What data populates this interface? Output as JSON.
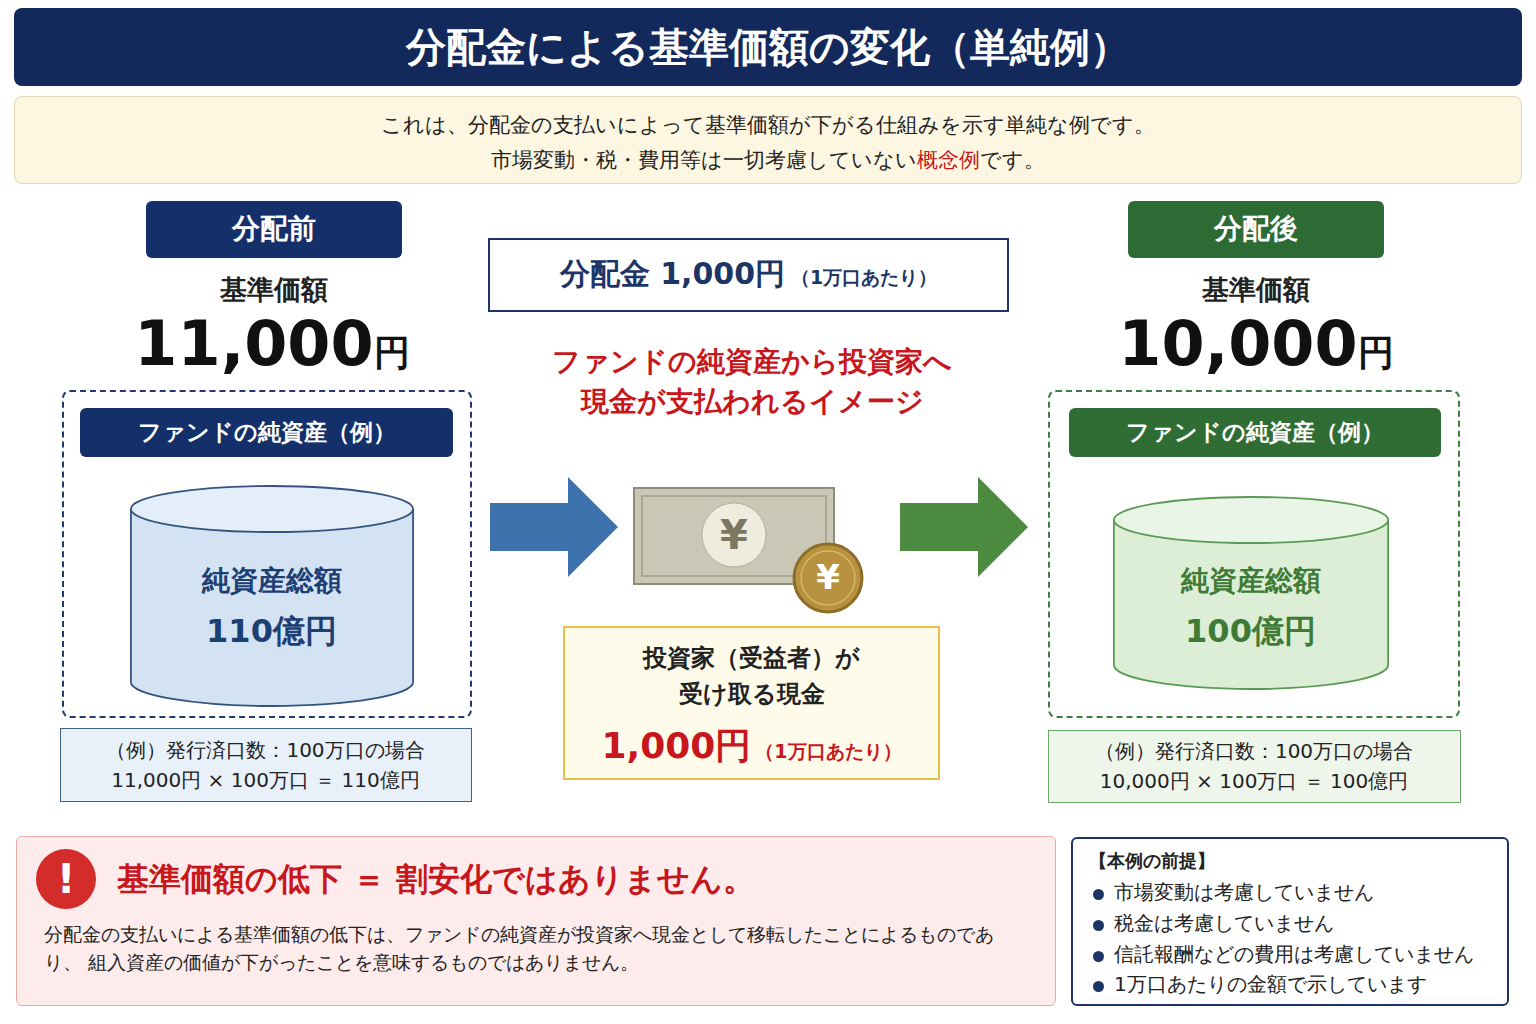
{
  "diagram": {
    "title": "分配金による基準価額の変化（単純例）",
    "nodes": [
      {
        "text": [
          "これは、分配金の支払いによって基準価額が下がる仕組みを示す単純な例です。",
          "市場変動・税・費用等は一切考慮していない",
          "概念例",
          "です。"
        ]
      },
      {
        "text": [
          "分配前"
        ]
      },
      {
        "text": [
          "分配金 1,000円",
          "（1万口あたり）"
        ]
      },
      {
        "text": [
          "分配後"
        ]
      },
      {
        "text": [
          "ファンドの純資産（例）"
        ]
      },
      {
        "text": [
          "純資産総額",
          "110億円"
        ],
        "in": 4
      },
      {
        "text": [
          "¥",
          "¥"
        ]
      },
      {
        "text": [
          "ファンドの純資産（例）"
        ]
      },
      {
        "text": [
          "純資産総額",
          "100億円"
        ],
        "in": 7
      },
      {
        "text": [
          "投資家（受益者）が 受け取る現金",
          "1,000円",
          "（1万口あたり）"
        ]
      },
      {
        "text": [
          "（例）発行済口数：100万口の場合",
          "11,000円 × 100万口 ＝ 110億円"
        ]
      },
      {
        "text": [
          "（例）発行済口数：100万口の場合",
          "10,000円 × 100万口 ＝ 100億円"
        ]
      },
      {
        "text": [
          "!",
          "基準価額の低下 ＝ 割安化ではありません。",
          "分配金の支払いによる基準価額の低下は、ファンドの純資産が投資家へ現金として移転したことによるものであり、 組入資産の価値が下がったことを意味するものではありません。"
        ]
      },
      {
        "text": [
          "【本例の前提】",
          "市場変動は考慮していません",
          "税金は考慮していません",
          "信託報酬などの費用は考慮していません",
          "1万口あたりの金額で示しています"
        ]
      }
    ],
    "edges": [
      {
        "from": 4,
        "to": 6,
        "arrow": "to"
      },
      {
        "from": 6,
        "to": 7,
        "arrow": "to"
      }
    ],
    "labels": [
      "基準価額",
      "11,000",
      "円",
      "ファンドの純資産から投資家へ 現金が支払われるイメージ",
      "基準価額",
      "10,000",
      "円"
    ]
  }
}
